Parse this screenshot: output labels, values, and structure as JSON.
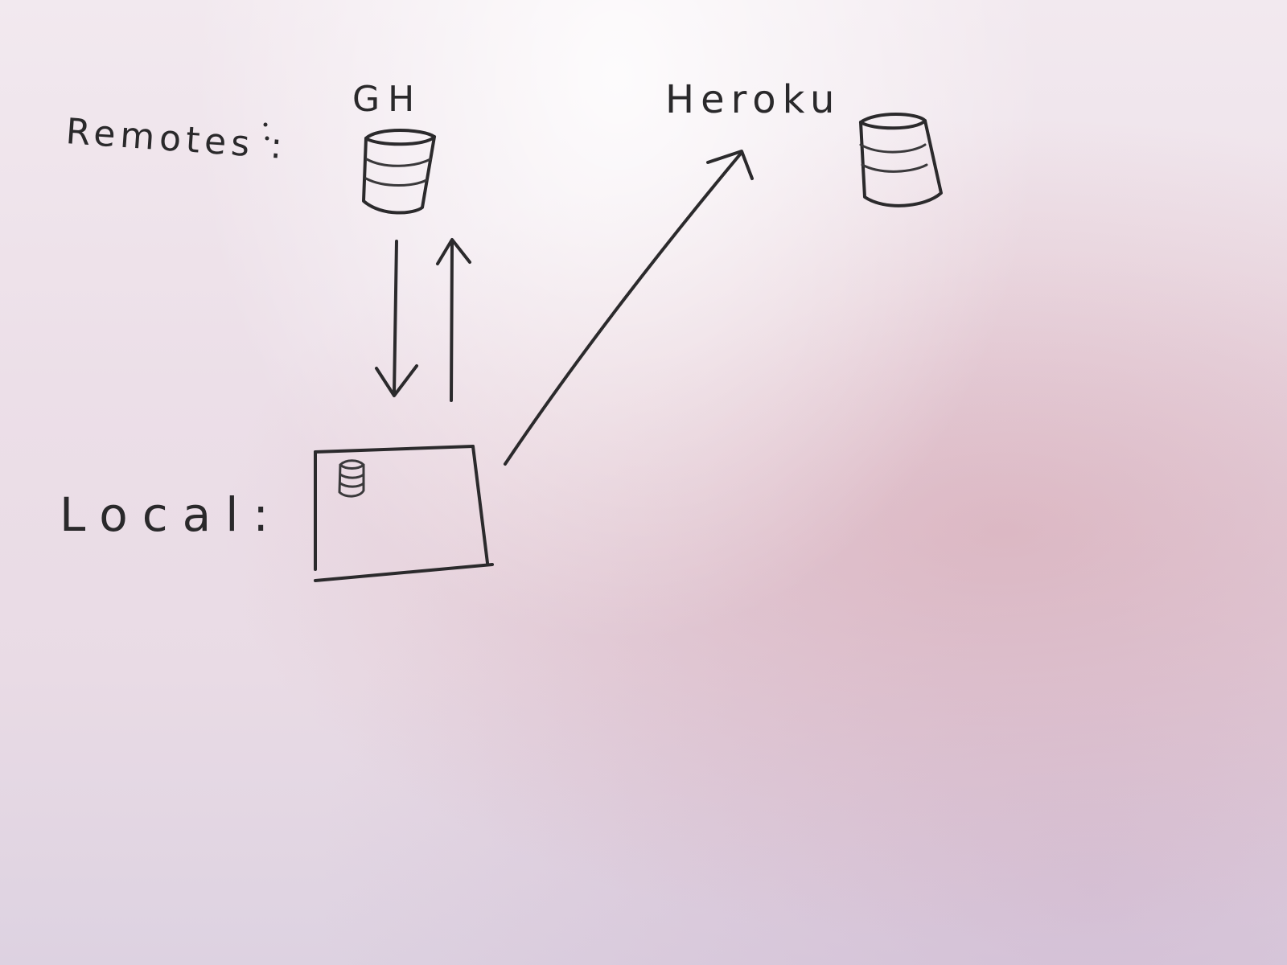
{
  "diagram": {
    "remotes_label": "Remotes :",
    "local_label": "Local:",
    "nodes": {
      "github": {
        "label": "GH",
        "icon": "database-icon"
      },
      "heroku": {
        "label": "Heroku",
        "icon": "database-icon"
      },
      "local_repo": {
        "icon": "database-icon"
      }
    },
    "edges": [
      {
        "from": "github",
        "to": "local_repo",
        "direction": "down"
      },
      {
        "from": "local_repo",
        "to": "github",
        "direction": "up"
      },
      {
        "from": "local_repo",
        "to": "heroku",
        "direction": "up-right"
      }
    ]
  }
}
